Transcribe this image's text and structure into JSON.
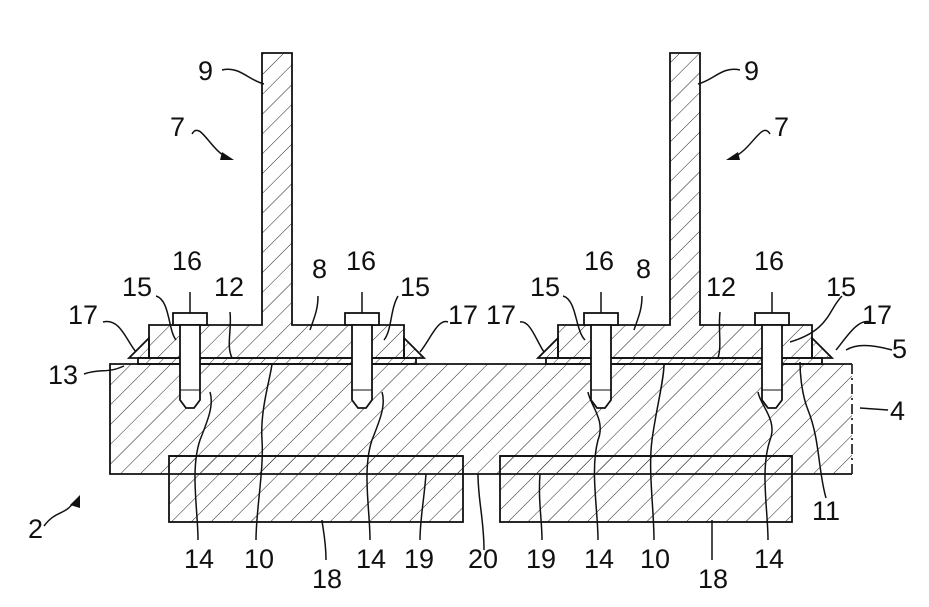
{
  "figure": {
    "labels": {
      "l9a": "9",
      "l9b": "9",
      "l7a": "7",
      "l7b": "7",
      "l16a": "16",
      "l16b": "16",
      "l16c": "16",
      "l16d": "16",
      "l8a": "8",
      "l8b": "8",
      "l12a": "12",
      "l12b": "12",
      "l15a": "15",
      "l15b": "15",
      "l15c": "15",
      "l15d": "15",
      "l17a": "17",
      "l17b": "17",
      "l17c": "17",
      "l17d": "17",
      "l13": "13",
      "l5": "5",
      "l4": "4",
      "l11": "11",
      "l2": "2",
      "l14a": "14",
      "l14b": "14",
      "l14c": "14",
      "l14d": "14",
      "l10a": "10",
      "l10b": "10",
      "l18a": "18",
      "l18b": "18",
      "l19a": "19",
      "l19b": "19",
      "l20": "20"
    }
  }
}
